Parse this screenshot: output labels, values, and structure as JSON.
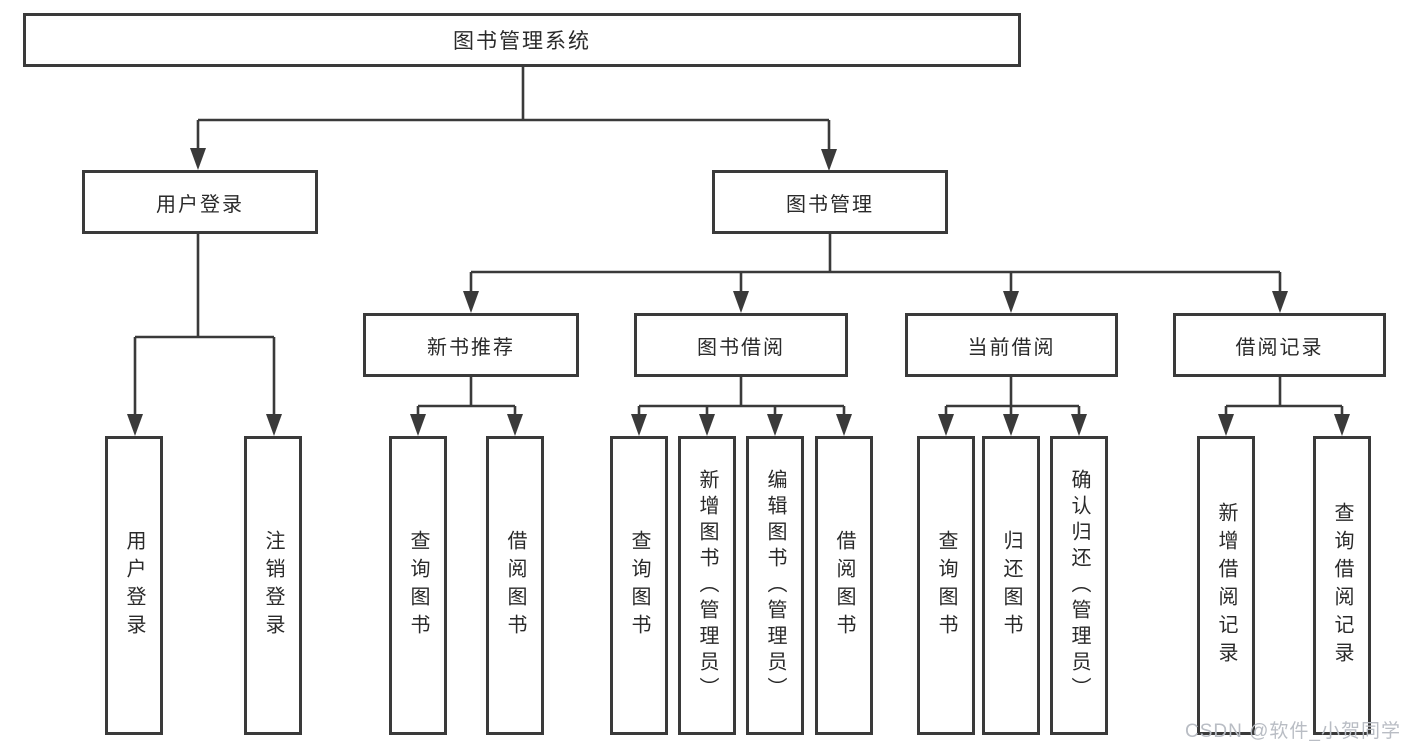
{
  "diagram": {
    "title": "图书管理系统",
    "type": "hierarchy-tree",
    "colors": {
      "line": "#3a3a3a",
      "box_border": "#3a3a3a",
      "box_background": "#ffffff",
      "text": "#2a2a2a",
      "watermark": "#b9bdc4"
    },
    "nodes": {
      "root": "图书管理系统",
      "user_login": "用户登录",
      "book_mgmt": "图书管理",
      "new_book_rec": "新书推荐",
      "book_borrow": "图书借阅",
      "current_borrow": "当前借阅",
      "borrow_record": "借阅记录",
      "ul_login": "用户登录",
      "ul_logout": "注销登录",
      "nb_query": "查询图书",
      "nb_borrow": "借阅图书",
      "bb_query": "查询图书",
      "bb_add": "新增图书（管理员）",
      "bb_edit": "编辑图书（管理员）",
      "bb_borrow": "借阅图书",
      "cb_query": "查询图书",
      "cb_return": "归还图书",
      "cb_confirm": "确认归还（管理员）",
      "br_add": "新增借阅记录",
      "br_query": "查询借阅记录"
    },
    "tree": {
      "root": [
        "user_login",
        "book_mgmt"
      ],
      "user_login": [
        "ul_login",
        "ul_logout"
      ],
      "book_mgmt": [
        "new_book_rec",
        "book_borrow",
        "current_borrow",
        "borrow_record"
      ],
      "new_book_rec": [
        "nb_query",
        "nb_borrow"
      ],
      "book_borrow": [
        "bb_query",
        "bb_add",
        "bb_edit",
        "bb_borrow"
      ],
      "current_borrow": [
        "cb_query",
        "cb_return",
        "cb_confirm"
      ],
      "borrow_record": [
        "br_add",
        "br_query"
      ]
    },
    "watermark": "CSDN @软件_小贺同学"
  }
}
